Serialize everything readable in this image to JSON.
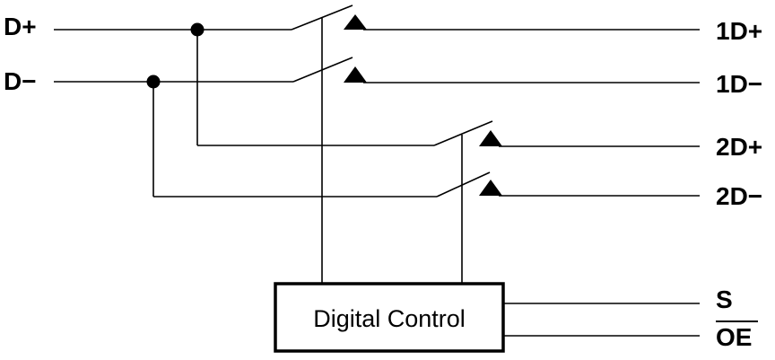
{
  "labels": {
    "d_plus": "D+",
    "d_minus": "D−",
    "out_1d_plus": "1D+",
    "out_1d_minus": "1D−",
    "out_2d_plus": "2D+",
    "out_2d_minus": "2D−",
    "select": "S",
    "output_enable": "OE"
  },
  "block": {
    "label": "Digital Control"
  },
  "colors": {
    "line": "#000000",
    "background": "#ffffff"
  }
}
